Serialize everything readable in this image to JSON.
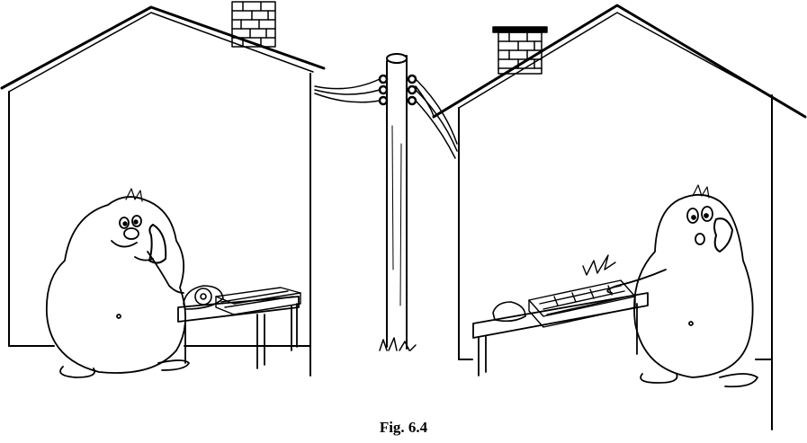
{
  "figure": {
    "caption": "Fig. 6.4"
  },
  "colors": {
    "ink": "#000000",
    "paper": "#ffffff"
  },
  "scene": {
    "houses": [
      {
        "side": "left",
        "occupant": "creature-on-rotary-phone"
      },
      {
        "side": "right",
        "occupant": "creature-on-keypad-phone"
      }
    ],
    "pole": {
      "wires": 3
    }
  }
}
